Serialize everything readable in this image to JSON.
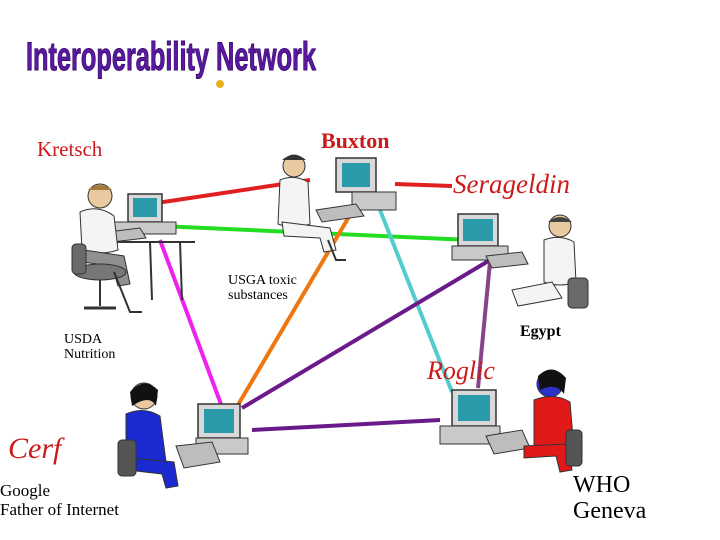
{
  "title": "Interoperability Network",
  "people": {
    "kretsch": {
      "name": "Kretsch"
    },
    "buxton": {
      "name": "Buxton"
    },
    "serageldin": {
      "name": "Serageldin",
      "note": "Egypt"
    },
    "roglic": {
      "name": "Roglic",
      "note_line1": "WHO",
      "note_line2": "Geneva"
    },
    "cerf": {
      "name": "Cerf",
      "note_line1": "Google",
      "note_line2": "Father of Internet"
    }
  },
  "annotations": {
    "usga_line1": "USGA toxic",
    "usga_line2": "substances",
    "usda_line1": "USDA",
    "usda_line2": "Nutrition"
  },
  "colors": {
    "name_red": "#cc1a1a",
    "link_red": "#e02020",
    "link_green": "#22dd22",
    "link_cyan": "#55cccc",
    "link_orange": "#ee7711",
    "link_purple": "#6a1a8a",
    "link_magenta": "#ee22ee",
    "link_plum": "#884488",
    "title_fill": "#5a1aa0",
    "title_accent": "#e8b020"
  }
}
